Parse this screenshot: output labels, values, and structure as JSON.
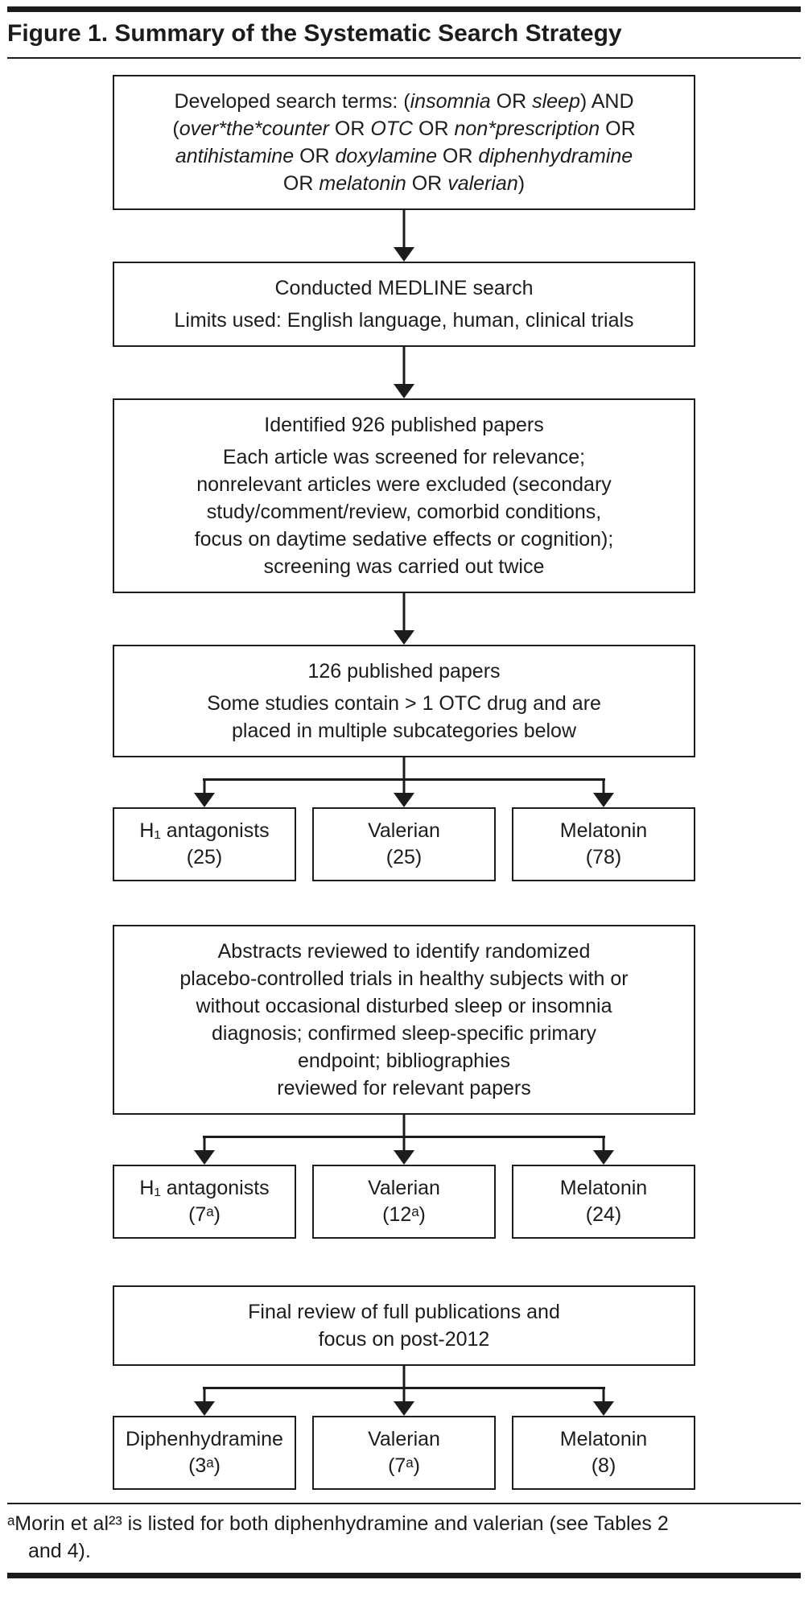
{
  "figure": {
    "title": "Figure 1. Summary of the Systematic Search Strategy",
    "footnote_line1": "ᵃMorin et al²³ is listed for both diphenhydramine and valerian (see Tables 2",
    "footnote_line2": "and 4)."
  },
  "flow": {
    "box1": {
      "lines": [
        [
          "Developed search terms: (",
          "insomnia",
          " OR ",
          "sleep",
          ") AND"
        ],
        [
          "(",
          "over*the*counter",
          " OR ",
          "OTC",
          " OR ",
          "non*prescription",
          " OR"
        ],
        [
          "antihistamine",
          " OR ",
          "doxylamine",
          " OR ",
          "diphenhydramine"
        ],
        [
          "OR ",
          "melatonin",
          " OR ",
          "valerian",
          ")"
        ]
      ]
    },
    "box2": {
      "title": "Conducted MEDLINE search",
      "body": "Limits used: English language, human, clinical trials"
    },
    "box3": {
      "title": "Identified 926 published papers",
      "lines": [
        "Each article was screened for relevance;",
        "nonrelevant articles were excluded (secondary",
        "study/comment/review, comorbid conditions,",
        "focus on daytime sedative effects or cognition);",
        "screening was carried out twice"
      ]
    },
    "box4": {
      "title": "126 published papers",
      "lines": [
        "Some studies contain > 1 OTC drug and are",
        "placed in multiple subcategories below"
      ]
    },
    "row1": [
      {
        "name": "H₁ antagonists",
        "count": "(25)"
      },
      {
        "name": "Valerian",
        "count": "(25)"
      },
      {
        "name": "Melatonin",
        "count": "(78)"
      }
    ],
    "box5": {
      "lines": [
        "Abstracts reviewed to identify randomized",
        "placebo-controlled trials in healthy subjects with or",
        "without occasional disturbed sleep or insomnia",
        "diagnosis; confirmed sleep-specific primary",
        "endpoint; bibliographies",
        "reviewed for relevant papers"
      ]
    },
    "row2": [
      {
        "name": "H₁ antagonists",
        "count": "(7ᵃ)"
      },
      {
        "name": "Valerian",
        "count": "(12ᵃ)"
      },
      {
        "name": "Melatonin",
        "count": "(24)"
      }
    ],
    "box6": {
      "lines": [
        "Final review of full publications and",
        "focus on post-2012"
      ]
    },
    "row3": [
      {
        "name": "Diphenhydramine",
        "count": "(3ᵃ)"
      },
      {
        "name": "Valerian",
        "count": "(7ᵃ)"
      },
      {
        "name": "Melatonin",
        "count": "(8)"
      }
    ]
  },
  "colors": {
    "ink": "#1c1c1c",
    "background": "#ffffff"
  }
}
